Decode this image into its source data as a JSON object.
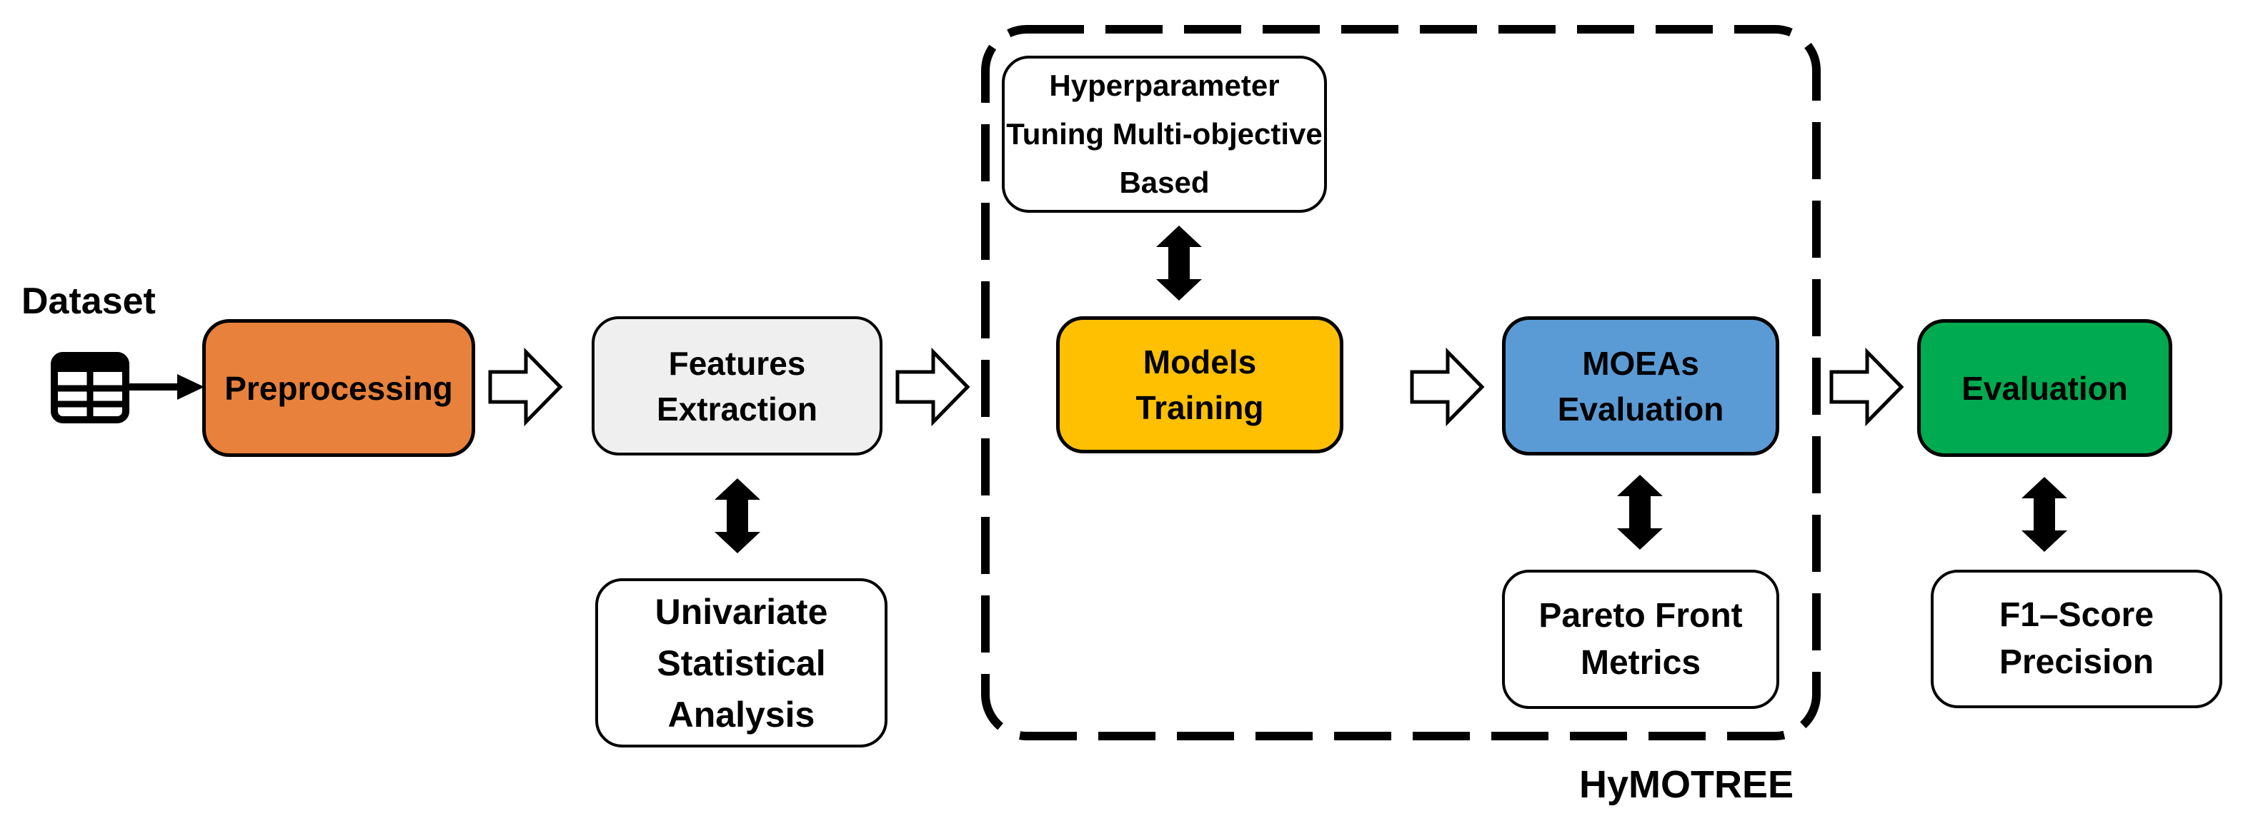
{
  "diagram": {
    "title_labels": {
      "dataset": "Dataset",
      "hymotree": "HyMOTREE"
    },
    "nodes": {
      "preprocessing": {
        "lines": [
          "Preprocessing"
        ],
        "fill": "#E8813B"
      },
      "features": {
        "lines": [
          "Features",
          "Extraction"
        ],
        "fill": "#EFEFEF"
      },
      "univariate": {
        "lines": [
          "Univariate",
          "Statistical",
          "Analysis"
        ],
        "fill": "#FFFFFF"
      },
      "hyperparameter": {
        "lines": [
          "Hyperparameter",
          "Tuning Multi-objective",
          "Based"
        ],
        "fill": "#FFFFFF"
      },
      "models": {
        "lines": [
          "Models",
          "Training"
        ],
        "fill": "#FFC002"
      },
      "moeas": {
        "lines": [
          "MOEAs",
          "Evaluation"
        ],
        "fill": "#5B9BD5"
      },
      "pareto": {
        "lines": [
          "Pareto Front",
          "Metrics"
        ],
        "fill": "#FFFFFF"
      },
      "evaluation": {
        "lines": [
          "Evaluation"
        ],
        "fill": "#00AA50"
      },
      "f1": {
        "lines": [
          "F1–Score",
          "Precision"
        ],
        "fill": "#FFFFFF"
      }
    },
    "colors": {
      "outline": "#000000",
      "orange": "#E8813B",
      "gray": "#EFEFEF",
      "yellow": "#FFC002",
      "blue": "#5B9BD5",
      "green": "#00AA50",
      "white": "#FFFFFF"
    },
    "icons": {
      "dataset_table": "table-icon",
      "flow_arrow": "block-arrow-right-icon",
      "bidirectional_arrow": "double-arrow-vertical-icon"
    },
    "flow": [
      "Dataset -> Preprocessing",
      "Preprocessing -> Features Extraction",
      "Features Extraction <-> Univariate Statistical Analysis",
      "Features Extraction -> Models Training",
      "Hyperparameter Tuning Multi-objective Based <-> Models Training",
      "Models Training -> MOEAs Evaluation",
      "MOEAs Evaluation <-> Pareto Front Metrics",
      "MOEAs Evaluation -> Evaluation",
      "Evaluation <-> F1–Score Precision"
    ],
    "container": {
      "label": "HyMOTREE",
      "members": [
        "Hyperparameter Tuning Multi-objective Based",
        "Models Training",
        "MOEAs Evaluation",
        "Pareto Front Metrics"
      ]
    }
  }
}
